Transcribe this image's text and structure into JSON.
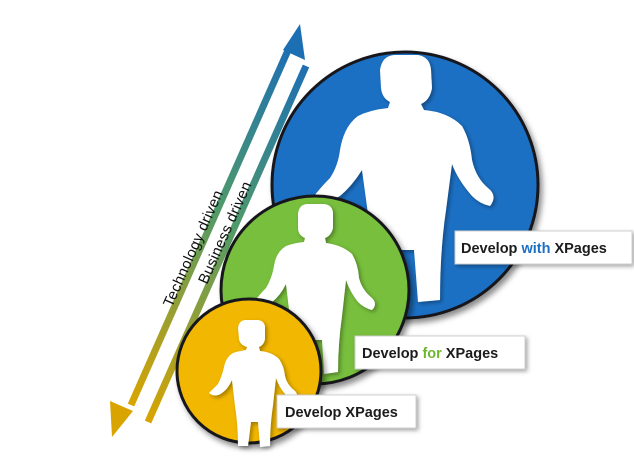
{
  "arrows": {
    "technology_label": "Technology driven",
    "business_label": "Business driven",
    "colors": {
      "top": "#1d6fb3",
      "middle": "#4f9a6a",
      "bottom": "#d9a400"
    }
  },
  "levels": [
    {
      "id": "large",
      "color": "#1f6fc4",
      "label_prefix": "Develop ",
      "label_keyword": "with",
      "label_suffix": " XPages",
      "keyword_color": "#1f6fc4"
    },
    {
      "id": "medium",
      "color": "#78bf3c",
      "label_prefix": "Develop ",
      "label_keyword": "for",
      "label_suffix": " XPages",
      "keyword_color": "#6fb52e"
    },
    {
      "id": "small",
      "color": "#f2b700",
      "label_prefix": "Develop XPages",
      "label_keyword": "",
      "label_suffix": "",
      "keyword_color": "#1a1a1a"
    }
  ]
}
